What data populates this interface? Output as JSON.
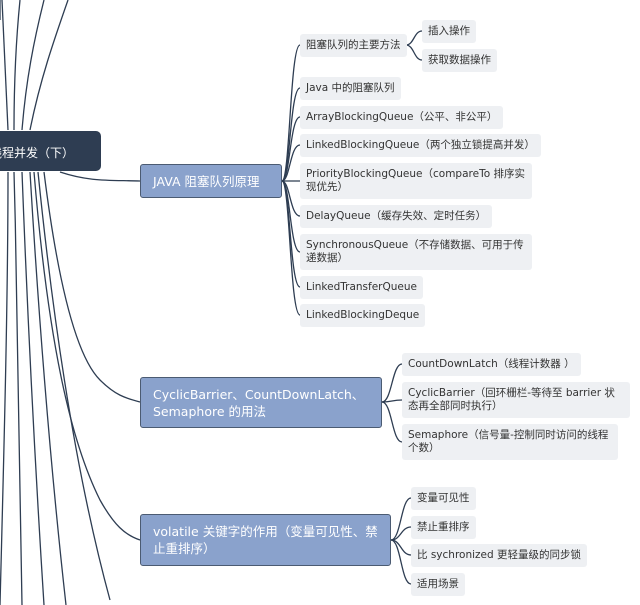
{
  "root": {
    "label": "线程并发（下）"
  },
  "branches": [
    {
      "label": "JAVA 阻塞队列原理",
      "children": [
        {
          "label": "阻塞队列的主要方法",
          "children": [
            "插入操作",
            "获取数据操作"
          ]
        },
        {
          "label": "Java 中的阻塞队列"
        },
        {
          "label": "ArrayBlockingQueue（公平、非公平）"
        },
        {
          "label": "LinkedBlockingQueue（两个独立锁提高并发）"
        },
        {
          "label": "PriorityBlockingQueue（compareTo 排序实现优先）"
        },
        {
          "label": "DelayQueue（缓存失效、定时任务）"
        },
        {
          "label": "SynchronousQueue（不存储数据、可用于传递数据）"
        },
        {
          "label": "LinkedTransferQueue"
        },
        {
          "label": "LinkedBlockingDeque"
        }
      ]
    },
    {
      "label": "CyclicBarrier、CountDownLatch、Semaphore 的用法",
      "children": [
        {
          "label": "CountDownLatch（线程计数器 ）"
        },
        {
          "label": "CyclicBarrier（回环栅栏-等待至 barrier 状态再全部同时执行）"
        },
        {
          "label": "Semaphore（信号量-控制同时访问的线程个数）"
        }
      ]
    },
    {
      "label": "volatile 关键字的作用（变量可见性、禁止重排序）",
      "children": [
        {
          "label": "变量可见性"
        },
        {
          "label": "禁止重排序"
        },
        {
          "label": "比 sychronized 更轻量级的同步锁"
        },
        {
          "label": "适用场景"
        }
      ]
    }
  ],
  "colors": {
    "root": "#2e3d52",
    "main": "#8aa2cc",
    "leaf": "#eef0f3",
    "line": "#2e3d52",
    "bg": "#ffffff"
  }
}
